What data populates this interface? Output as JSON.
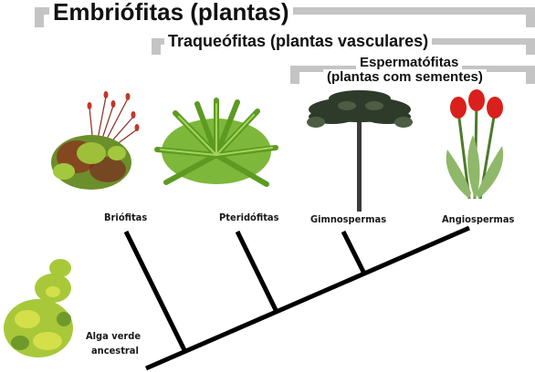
{
  "groups": [
    {
      "label": "Embriófitas (plantas)"
    },
    {
      "label": "Traqueófitas (plantas vasculares)"
    },
    {
      "label": "Espermatófitas",
      "label2": "(plantas com sementes)"
    }
  ],
  "taxa": [
    {
      "label": "Briófitas",
      "image": "moss-icon"
    },
    {
      "label": "Pteridófitas",
      "image": "fern-icon"
    },
    {
      "label": "Gimnospermas",
      "image": "araucaria-tree-icon"
    },
    {
      "label": "Angiospermas",
      "image": "tulip-flower-icon"
    }
  ],
  "ancestor": {
    "label_line1": "Alga verde",
    "label_line2": "ancestral",
    "image": "green-alga-icon"
  },
  "colors": {
    "bracket": "#c4c4c4",
    "tree_line": "#000000",
    "plant_green": "#6fae2d",
    "moss_red": "#8e2a1e",
    "tulip_red": "#d9201c"
  }
}
